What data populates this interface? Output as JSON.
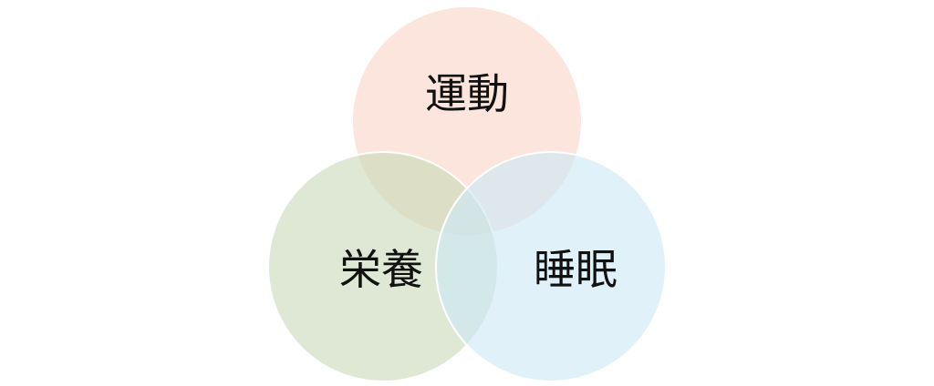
{
  "diagram": {
    "circles": [
      {
        "key": "top",
        "label": "運動",
        "color": "#f9d3c6"
      },
      {
        "key": "left",
        "label": "栄養",
        "color": "#c8d8b8"
      },
      {
        "key": "right",
        "label": "睡眠",
        "color": "#cce7f6"
      }
    ]
  }
}
